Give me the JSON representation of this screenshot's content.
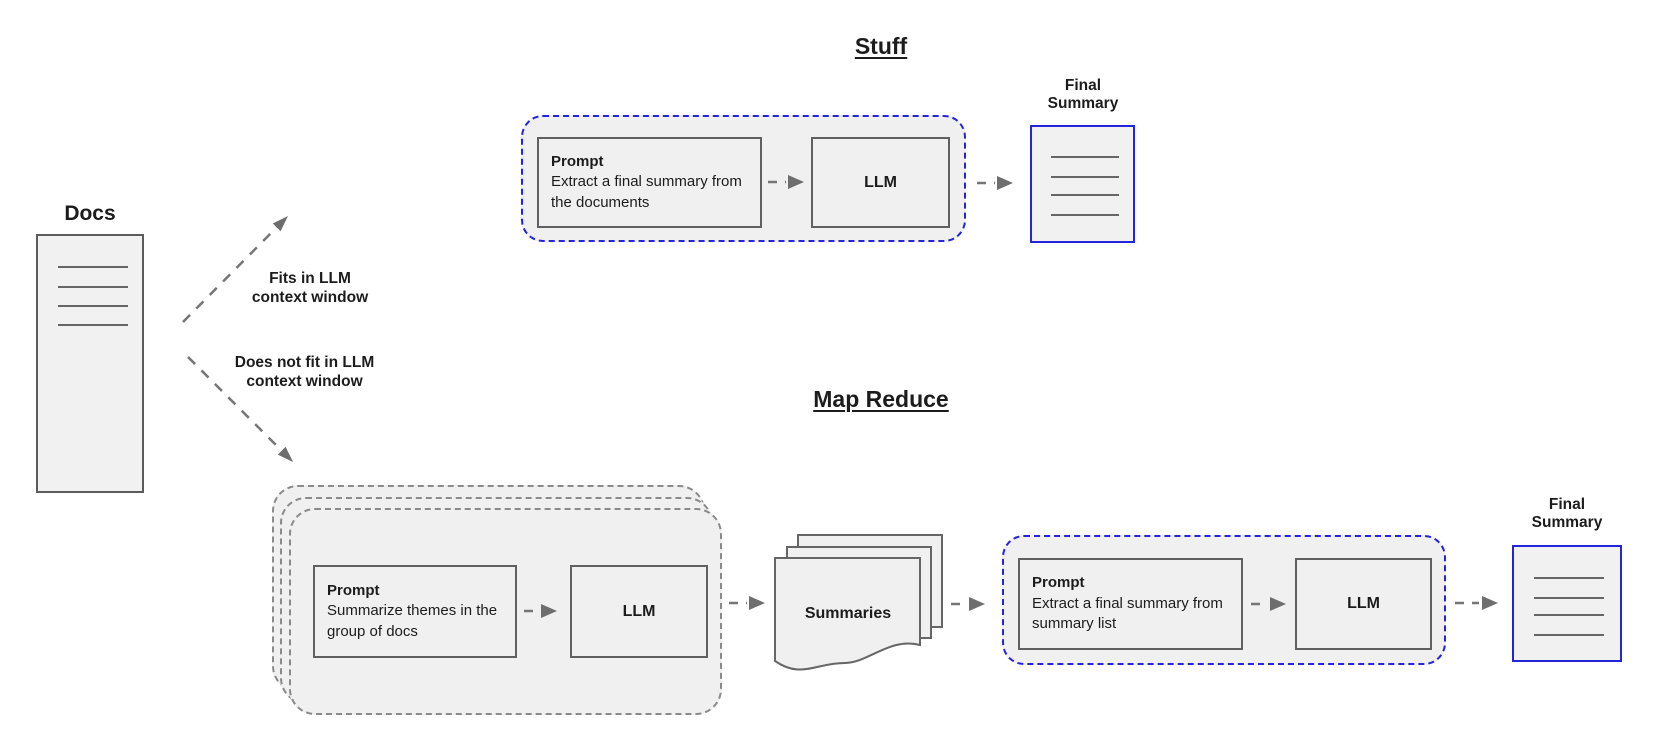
{
  "colors": {
    "accent_blue": "#2424dd",
    "shape_border_gray": "#606060",
    "stack_dash_gray": "#8a8a8a",
    "shape_fill": "#f0f0f0",
    "arrow_gray": "#757575"
  },
  "docs": {
    "label": "Docs"
  },
  "branches": {
    "fits_llm": {
      "line1": "Fits in LLM",
      "line2": "context window"
    },
    "does_not_fit": {
      "line1": "Does not fit in LLM",
      "line2": "context window"
    }
  },
  "stuff": {
    "title": "Stuff",
    "prompt": {
      "title": "Prompt",
      "body": "Extract a final summary from the documents"
    },
    "llm_label": "LLM",
    "final_summary_label": "Final Summary"
  },
  "map_reduce": {
    "title": "Map Reduce",
    "map_prompt": {
      "title": "Prompt",
      "body": "Summarize themes in the group of docs"
    },
    "map_llm_label": "LLM",
    "summaries_label": "Summaries",
    "reduce_prompt": {
      "title": "Prompt",
      "body": "Extract a final summary from summary list"
    },
    "reduce_llm_label": "LLM",
    "final_summary_label": "Final Summary"
  }
}
